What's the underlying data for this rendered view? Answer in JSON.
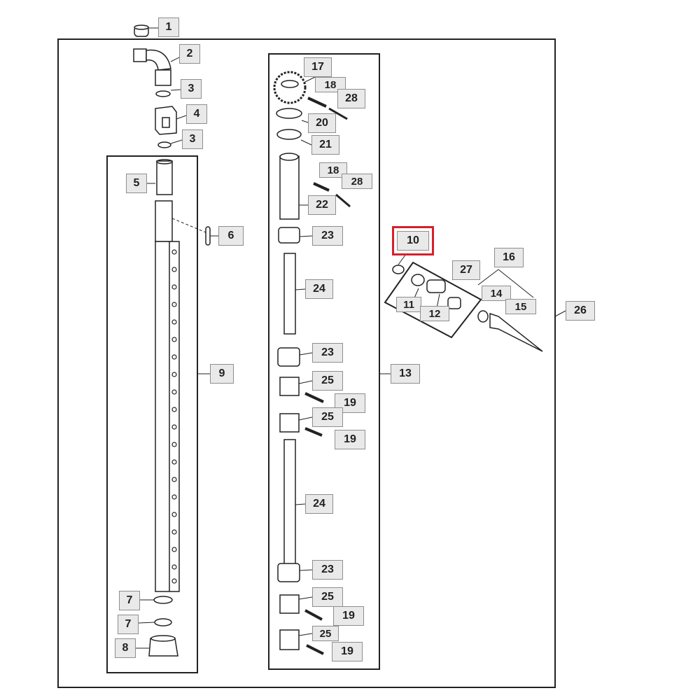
{
  "diagram": {
    "highlight_color": "#d6202b",
    "selected_callout": "10",
    "callouts": {
      "c1": "1",
      "c2": "2",
      "c3a": "3",
      "c4": "4",
      "c3b": "3",
      "c5": "5",
      "c6": "6",
      "c9": "9",
      "c7a": "7",
      "c7b": "7",
      "c8": "8",
      "c17": "17",
      "c18a": "18",
      "c28a": "28",
      "c20": "20",
      "c21": "21",
      "c18b": "18",
      "c28b": "28",
      "c22": "22",
      "c23a": "23",
      "c24a": "24",
      "c23b": "23",
      "c25a": "25",
      "c19a": "19",
      "c25b": "25",
      "c19b": "19",
      "c24b": "24",
      "c23c": "23",
      "c25c": "25",
      "c19c": "19",
      "c25d": "25",
      "c19d": "19",
      "c13": "13",
      "c10": "10",
      "c27": "27",
      "c16": "16",
      "c14": "14",
      "c15": "15",
      "c11": "11",
      "c12": "12",
      "c26": "26"
    }
  }
}
